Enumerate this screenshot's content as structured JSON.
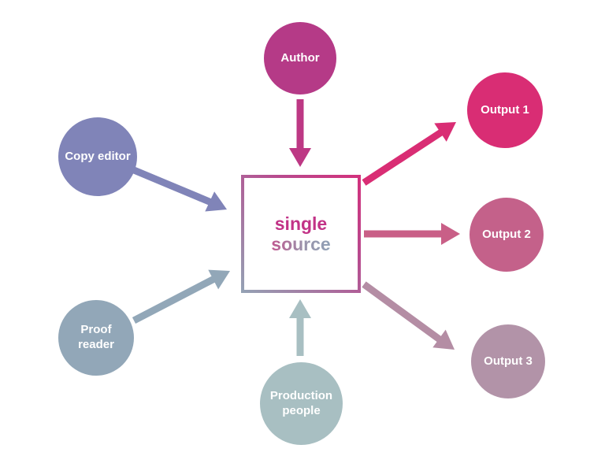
{
  "diagram": {
    "title": "single source publishing diagram",
    "center": {
      "line1": "single",
      "line2": "source"
    },
    "inputs": [
      {
        "id": "author",
        "label": "Author",
        "color": "#b53a87"
      },
      {
        "id": "copy-editor",
        "label": "Copy editor",
        "color": "#8084b8"
      },
      {
        "id": "proof-reader",
        "label": "Proof reader",
        "color": "#92a7b8"
      },
      {
        "id": "production-people",
        "label": "Production people",
        "color": "#a8bfc2"
      }
    ],
    "outputs": [
      {
        "id": "output-1",
        "label": "Output 1",
        "color": "#d92d74"
      },
      {
        "id": "output-2",
        "label": "Output 2",
        "color": "#c4618a"
      },
      {
        "id": "output-3",
        "label": "Output 3",
        "color": "#b293a8"
      }
    ],
    "colors": {
      "background": "#ffffff",
      "single_text": "#c23387",
      "source_text_gradient_start": "#c05890",
      "source_text_gradient_end": "#8fa0b5",
      "box_border_gradient_start": "#94a3b5",
      "box_border_gradient_end": "#d3307c",
      "arrow_author": "#bd3884",
      "arrow_copy_editor": "#8084b8",
      "arrow_proof_reader": "#92a7b8",
      "arrow_production": "#a8bfc2",
      "arrow_output_1": "#d92d74",
      "arrow_output_2": "#c95f87",
      "arrow_output_3": "#b48da4"
    }
  }
}
